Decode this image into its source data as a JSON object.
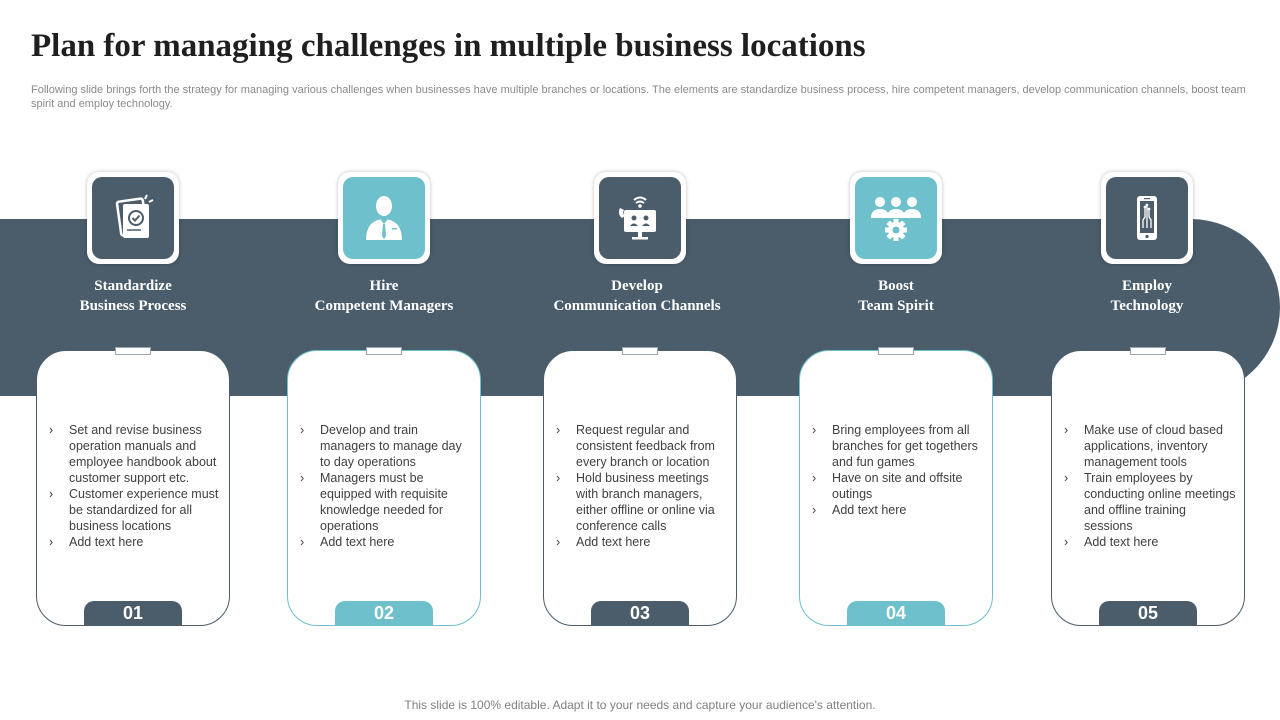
{
  "header": {
    "title": "Plan for managing challenges in multiple business locations",
    "subtitle": "Following slide brings forth the strategy for managing various challenges when businesses have multiple branches or locations. The elements are standardize business process, hire competent managers, develop communication channels, boost team spirit and employ technology."
  },
  "colors": {
    "dark": "#4b5d6b",
    "teal": "#6ec1cc"
  },
  "columns": [
    {
      "title_line1": "Standardize",
      "title_line2": "Business Process",
      "icon": "document-checkmark-icon",
      "style": "dark",
      "number": "01",
      "bullets": [
        "Set and revise business operation manuals and employee handbook about customer support etc.",
        "Customer experience must be standardized for all business locations",
        "Add text here"
      ]
    },
    {
      "title_line1": "Hire",
      "title_line2": "Competent Managers",
      "icon": "businessman-icon",
      "style": "teal",
      "number": "02",
      "bullets": [
        "Develop and train managers to manage day to day operations",
        "Managers must be equipped with requisite knowledge needed for operations",
        "Add text here"
      ]
    },
    {
      "title_line1": "Develop",
      "title_line2": "Communication  Channels",
      "icon": "video-call-icon",
      "style": "dark",
      "number": "03",
      "bullets": [
        "Request regular and consistent feedback from every branch or location",
        "Hold business meetings with branch managers, either offline or online via conference calls",
        "Add text here"
      ]
    },
    {
      "title_line1": "Boost",
      "title_line2": "Team Spirit",
      "icon": "team-gear-icon",
      "style": "teal",
      "number": "04",
      "bullets": [
        "Bring employees from all branches for get togethers and fun games",
        "Have  on site and offsite outings",
        "Add text here"
      ]
    },
    {
      "title_line1": "Employ",
      "title_line2": "Technology",
      "icon": "smartphone-circuit-icon",
      "style": "dark",
      "number": "05",
      "bullets": [
        "Make use of cloud based applications, inventory management tools",
        "Train employees by conducting online meetings and offline training sessions",
        "Add text here"
      ]
    }
  ],
  "footer": {
    "text": "This slide is 100% editable. Adapt it to your needs and capture your audience's attention."
  }
}
